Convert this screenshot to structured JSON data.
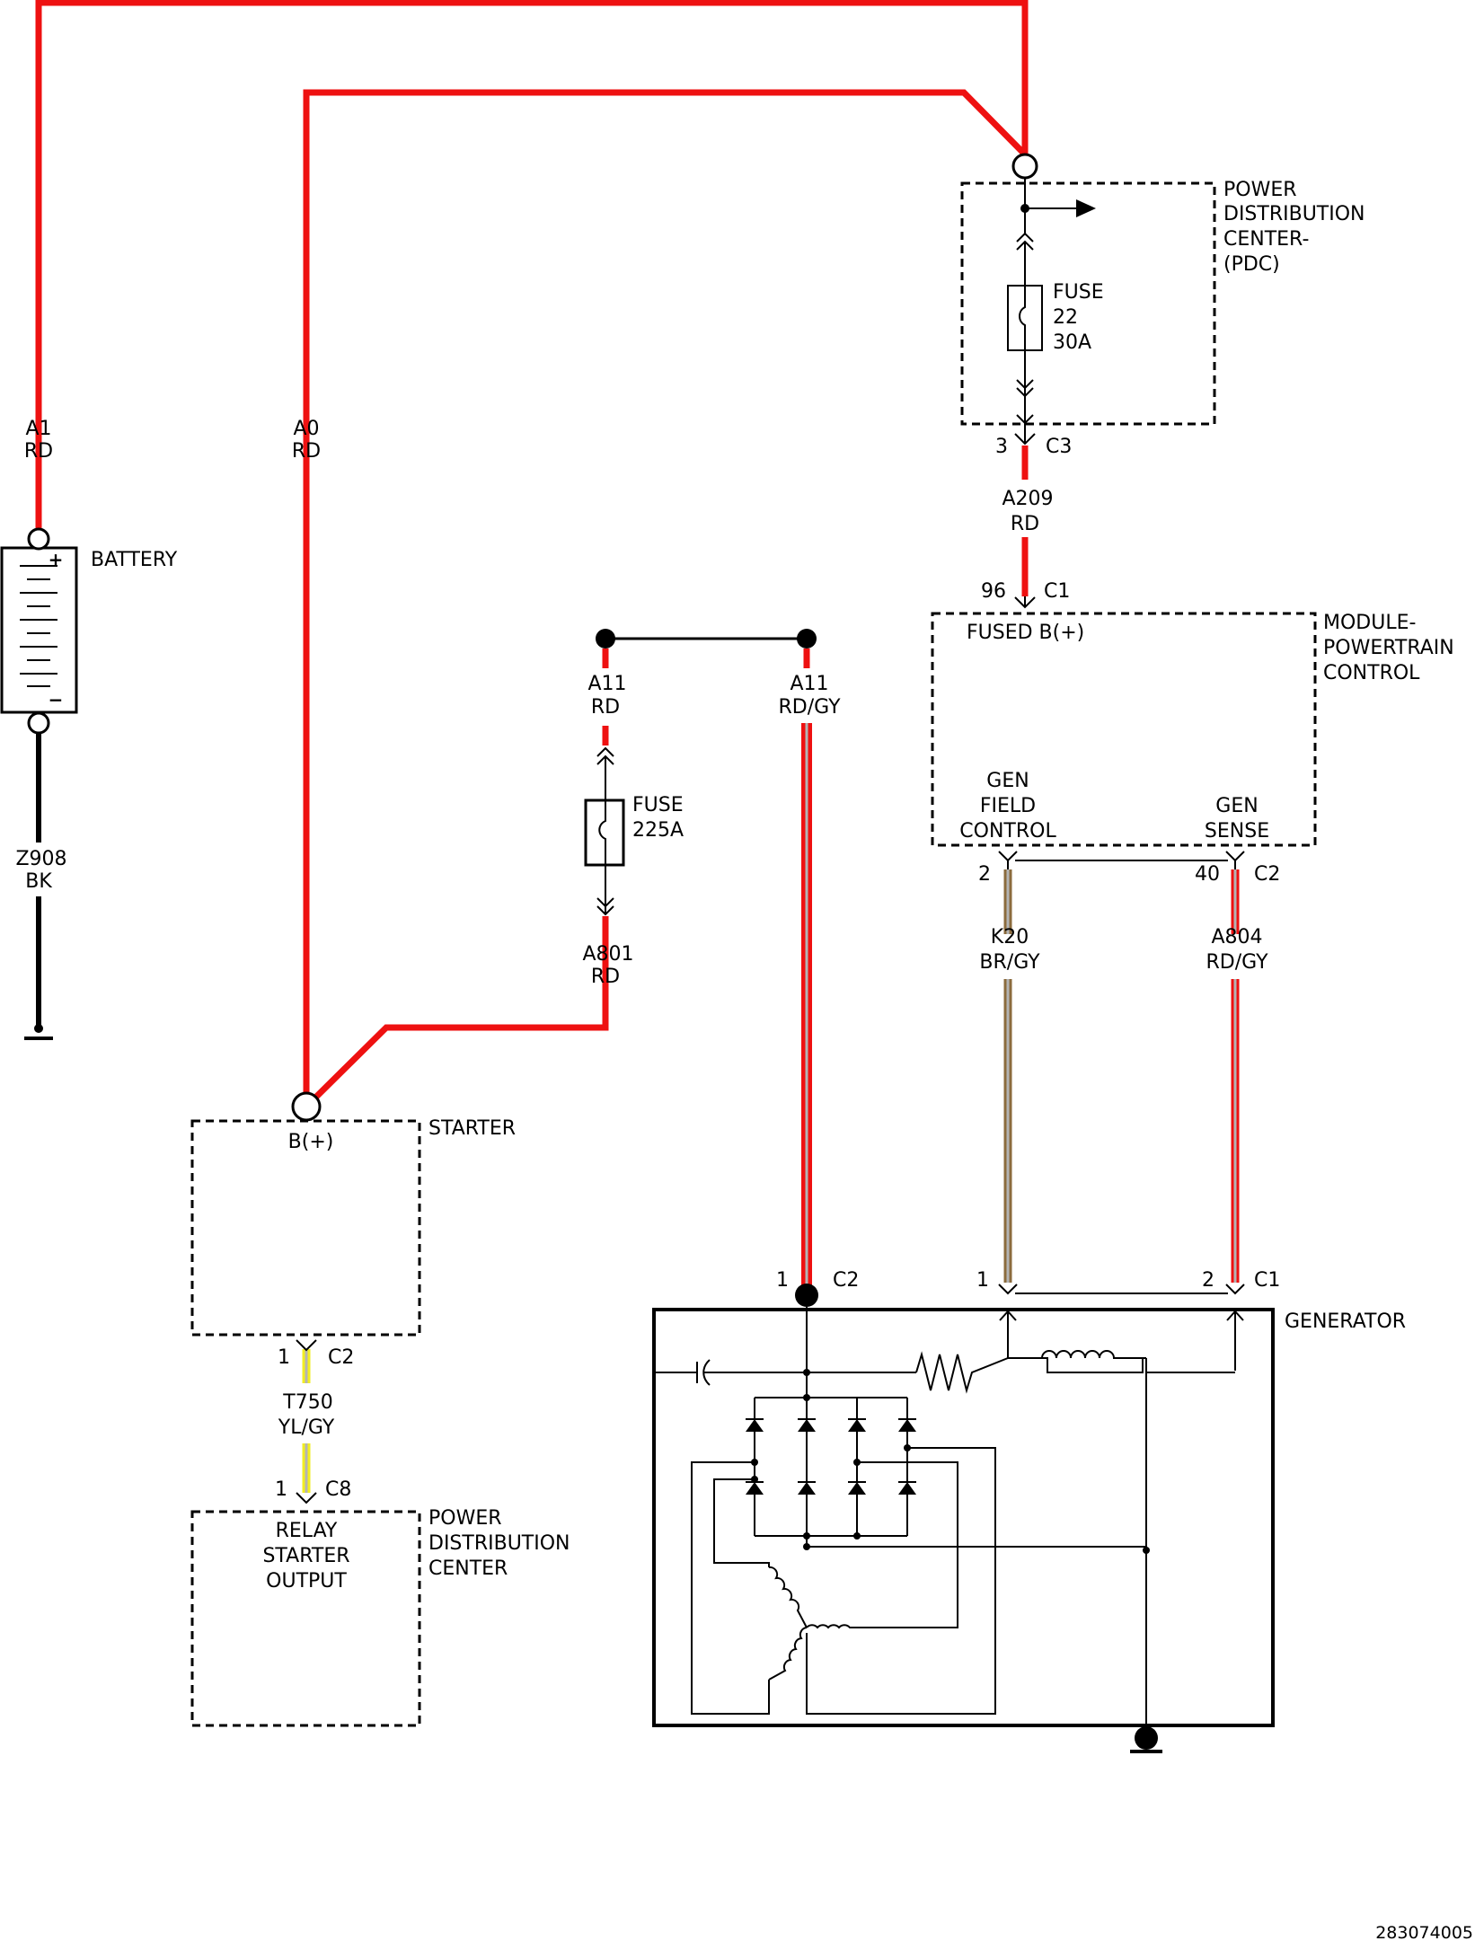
{
  "colors": {
    "red": "#ee1111",
    "gray": "#b4b4b4",
    "yellow": "#f2ee22",
    "brown": "#8b6b3d",
    "black": "#000000"
  },
  "battery": {
    "label": "BATTERY",
    "plus": "+",
    "minus": "−"
  },
  "pdc": {
    "title_l1": "POWER",
    "title_l2": "DISTRIBUTION",
    "title_l3": "CENTER-",
    "title_l4": "(PDC)"
  },
  "fuse22": {
    "l1": "FUSE",
    "l2": "22",
    "l3": "30A"
  },
  "fuse225": {
    "l1": "FUSE",
    "l2": "225A"
  },
  "pcm": {
    "title_l1": "MODULE-",
    "title_l2": "POWERTRAIN",
    "title_l3": "CONTROL",
    "fused_b": "FUSED B(+)",
    "gen_field_l1": "GEN",
    "gen_field_l2": "FIELD",
    "gen_field_l3": "CONTROL",
    "gen_sense_l1": "GEN",
    "gen_sense_l2": "SENSE"
  },
  "starter": {
    "title": "STARTER",
    "terminal": "B(+)"
  },
  "relay_pdc": {
    "title_l1": "POWER",
    "title_l2": "DISTRIBUTION",
    "title_l3": "CENTER",
    "inner_l1": "RELAY",
    "inner_l2": "STARTER",
    "inner_l3": "OUTPUT"
  },
  "generator": {
    "title": "GENERATOR"
  },
  "wires": {
    "a1": {
      "code": "A1",
      "color": "RD"
    },
    "a0": {
      "code": "A0",
      "color": "RD"
    },
    "z908": {
      "code": "Z908",
      "color": "BK"
    },
    "a209": {
      "code": "A209",
      "color": "RD"
    },
    "a11_rd": {
      "code": "A11",
      "color": "RD"
    },
    "a11_rdgy": {
      "code": "A11",
      "color": "RD/GY"
    },
    "a801": {
      "code": "A801",
      "color": "RD"
    },
    "k20": {
      "code": "K20",
      "color": "BR/GY"
    },
    "a804": {
      "code": "A804",
      "color": "RD/GY"
    },
    "t750": {
      "code": "T750",
      "color": "YL/GY"
    }
  },
  "connectors": {
    "pdc_c3": {
      "pin": "3",
      "conn": "C3"
    },
    "pcm_c1": {
      "pin": "96",
      "conn": "C1"
    },
    "pcm_c2_field": {
      "pin": "2",
      "conn": ""
    },
    "pcm_c2_sense": {
      "pin": "40",
      "conn": "C2"
    },
    "gen_c2": {
      "pin": "1",
      "conn": "C2"
    },
    "gen_c1_field": {
      "pin": "1",
      "conn": ""
    },
    "gen_c1_sense": {
      "pin": "2",
      "conn": "C1"
    },
    "starter_c2": {
      "pin": "1",
      "conn": "C2"
    },
    "pdc_c8": {
      "pin": "1",
      "conn": "C8"
    }
  },
  "doc_number": "283074005"
}
